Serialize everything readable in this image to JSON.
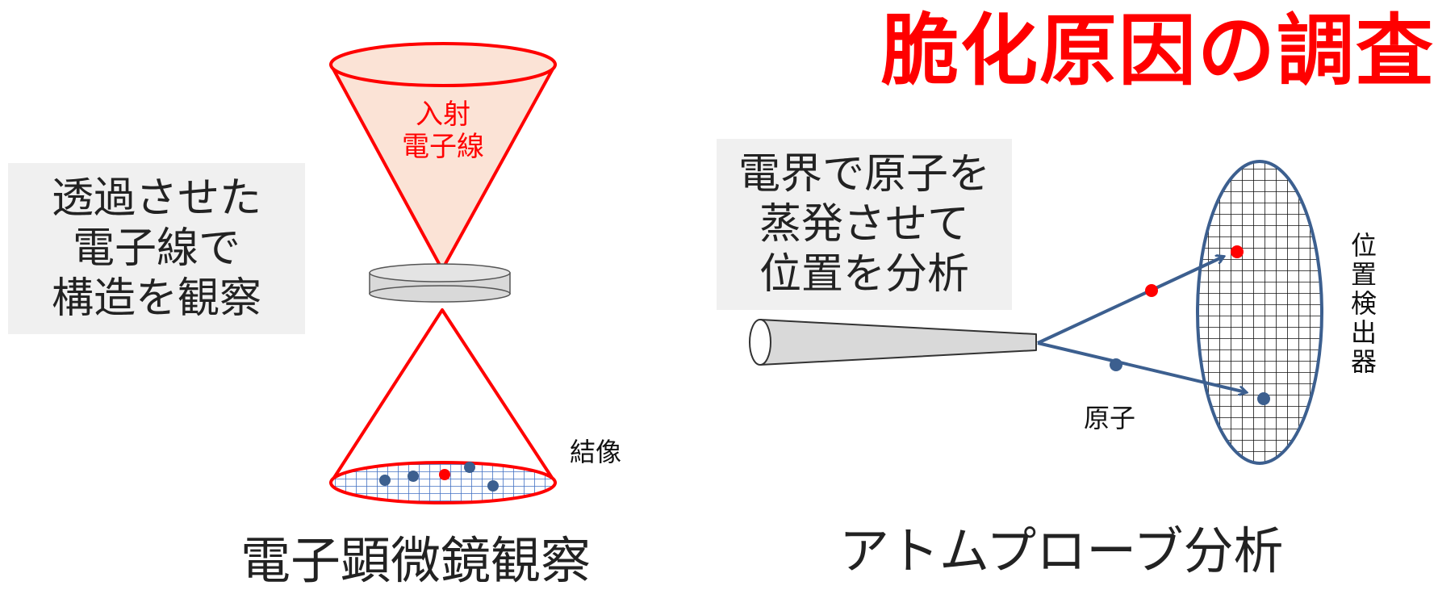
{
  "title": "脆化原因の調査",
  "left": {
    "note_lines": [
      "透過させた",
      "電子線で",
      "構造を観察"
    ],
    "beam_label_lines": [
      "入射",
      "電子線"
    ],
    "image_label": "結像",
    "caption": "電子顕微鏡観察"
  },
  "right": {
    "note_lines": [
      "電界で原子を",
      "蒸発させて",
      "位置を分析"
    ],
    "atom_label": "原子",
    "detector_label": [
      "位",
      "置",
      "検",
      "出",
      "器"
    ],
    "caption": "アトムプローブ分析"
  },
  "colors": {
    "title": "#ff0000",
    "cone_stroke": "#ff0000",
    "cone_fill": "#fbe3d6",
    "specimen_fill": "#d9d9d9",
    "grid_blue": "#4472c4",
    "detector_stroke": "#3c5f8f",
    "atom_blue": "#3c5f8f",
    "atom_red": "#ff0000",
    "note_bg": "#f0f0f0"
  }
}
